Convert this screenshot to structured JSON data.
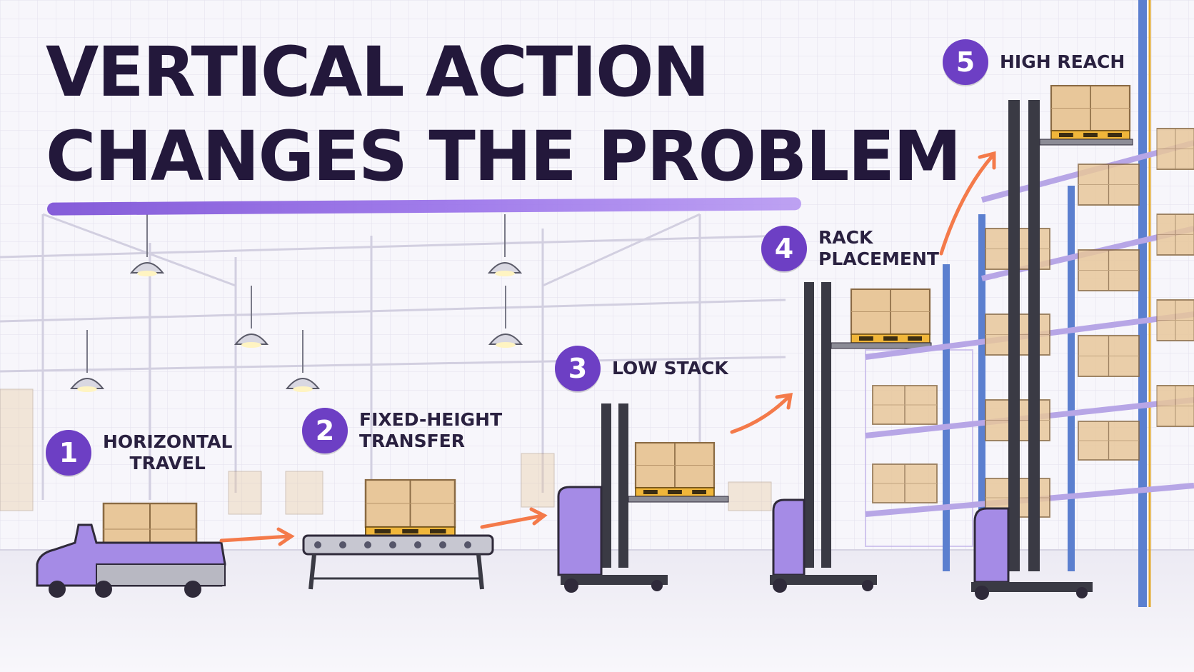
{
  "title": {
    "line1": "VERTICAL ACTION",
    "line2": "CHANGES THE PROBLEM"
  },
  "steps": [
    {
      "number": "1",
      "label": "HORIZONTAL\nTRAVEL"
    },
    {
      "number": "2",
      "label": "FIXED-HEIGHT\nTRANSFER"
    },
    {
      "number": "3",
      "label": "LOW STACK"
    },
    {
      "number": "4",
      "label": "RACK\nPLACEMENT"
    },
    {
      "number": "5",
      "label": "HIGH REACH"
    }
  ],
  "colors": {
    "accent": "#6d3fc4",
    "title": "#23183b",
    "arrow": "#f47a4a",
    "rack_blue": "#5b7fcf",
    "rack_beam": "#b7a6e6",
    "box": "#e8c79a",
    "pallet": "#f0b63a",
    "machine_purple": "#a58be6",
    "mast": "#3a3a44"
  },
  "icons": [
    "arrow-icon",
    "ceiling-lamp-icon",
    "pallet-box-icon"
  ]
}
